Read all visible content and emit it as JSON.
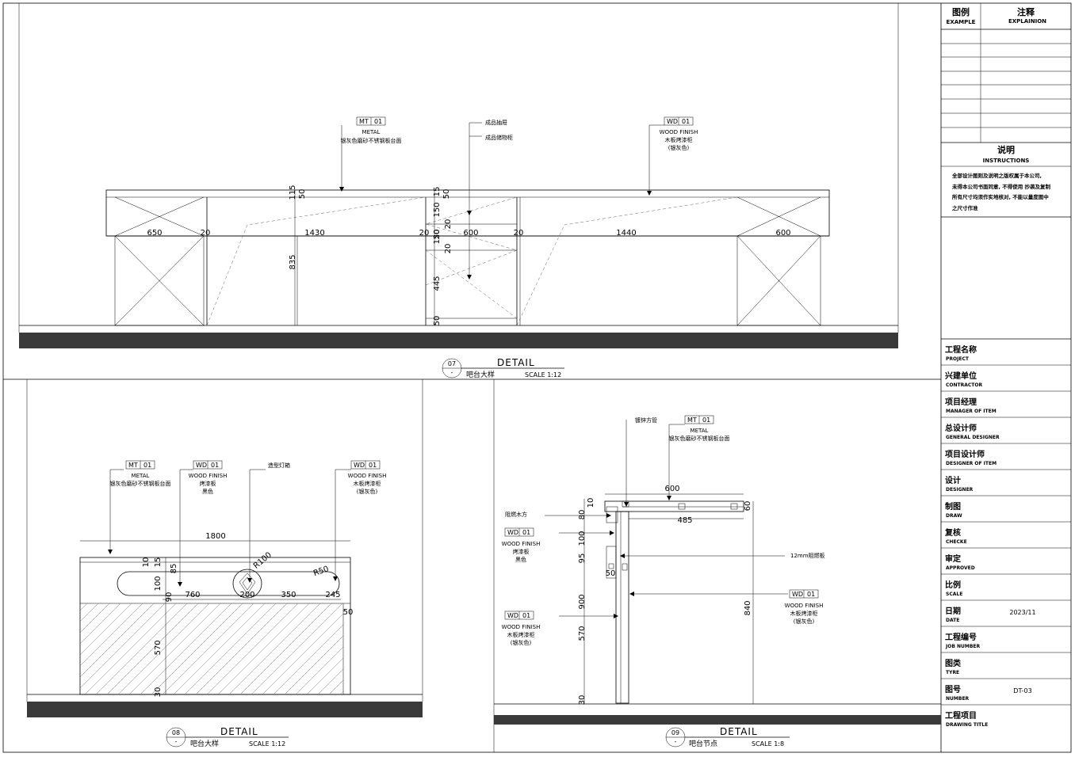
{
  "title_block": {
    "example_cn": "图例",
    "example_en": "EXAMPLE",
    "explain_cn": "注释",
    "explain_en": "EXPLAINION",
    "instructions_cn": "说明",
    "instructions_en": "INSTRUCTIONS",
    "instructions_text": [
      "全部设计图则及说明之版权属于本公司,",
      "未得本公司书面同意, 不得使用 抄袭及复制",
      "所有尺寸均须作实地核对, 不能以量度图中",
      "之尺寸作准"
    ],
    "rows": [
      {
        "cn": "工程名称",
        "en": "PROJECT",
        "value": ""
      },
      {
        "cn": "兴建单位",
        "en": "CONTRACTOR",
        "value": ""
      },
      {
        "cn": "项目经理",
        "en": "MANAGER OF ITEM",
        "value": ""
      },
      {
        "cn": "总设计师",
        "en": "GENERAL DESIGNER",
        "value": ""
      },
      {
        "cn": "项目设计师",
        "en": "DESIGNER OF ITEM",
        "value": ""
      },
      {
        "cn": "设计",
        "en": "DESIGNER",
        "value": ""
      },
      {
        "cn": "制图",
        "en": "DRAW",
        "value": ""
      },
      {
        "cn": "复核",
        "en": "CHECKE",
        "value": ""
      },
      {
        "cn": "审定",
        "en": "APPROVED",
        "value": ""
      },
      {
        "cn": "比例",
        "en": "SCALE",
        "value": ""
      },
      {
        "cn": "日期",
        "en": "DATE",
        "value": "2023/11"
      },
      {
        "cn": "工程编号",
        "en": "JOB NUMBER",
        "value": ""
      },
      {
        "cn": "图类",
        "en": "TYRE",
        "value": ""
      },
      {
        "cn": "图号",
        "en": "NUMBER",
        "value": "DT-03"
      },
      {
        "cn": "工程项目",
        "en": "DRAWING TITLE",
        "value": ""
      }
    ]
  },
  "detail07": {
    "num": "07",
    "sub": "-",
    "title": "DETAIL",
    "name": "吧台大样",
    "scale": "SCALE 1:12",
    "tag_mt": {
      "code": "MT",
      "num": "01",
      "line1": "METAL",
      "line2": "银灰色磨砂不锈钢板台面"
    },
    "label_drawer": "成品抽屉",
    "label_cabinet": "成品储物柜",
    "tag_wd": {
      "code": "WD",
      "num": "01",
      "line1": "WOOD FINISH",
      "line2": "木板烤漆柜",
      "line3": "(银灰色)"
    },
    "dims_h": [
      "650",
      "20",
      "1430",
      "20",
      "600",
      "20",
      "1440",
      "600"
    ],
    "dims_v": [
      "115",
      "50",
      "835",
      "15",
      "50",
      "150",
      "20",
      "20",
      "150",
      "20",
      "445",
      "50"
    ]
  },
  "detail08": {
    "num": "08",
    "sub": "-",
    "title": "DETAIL",
    "name": "吧台大样",
    "scale": "SCALE 1:12",
    "tag_mt": {
      "code": "MT",
      "num": "01",
      "line1": "METAL",
      "line2": "银灰色磨砂不锈钢板台面"
    },
    "tag_wd_black": {
      "code": "WD",
      "num": "01",
      "line1": "WOOD FINISH",
      "line2": "烤漆板",
      "line3": "黑色"
    },
    "label_light": "造型灯箱",
    "tag_wd_grey": {
      "code": "WD",
      "num": "01",
      "line1": "WOOD FINISH",
      "line2": "木板烤漆柜",
      "line3": "(银灰色)"
    },
    "dims": [
      "1800",
      "10",
      "15",
      "85",
      "100",
      "90",
      "760",
      "200",
      "350",
      "245",
      "R100",
      "R50",
      "50",
      "570",
      "30"
    ]
  },
  "detail09": {
    "num": "09",
    "sub": "-",
    "title": "DETAIL",
    "name": "吧台节点",
    "scale": "SCALE 1:8",
    "label_pipe": "镀锌方管",
    "tag_mt": {
      "code": "MT",
      "num": "01",
      "line1": "METAL",
      "line2": "银灰色磨砂不锈钢板台面"
    },
    "label_wood": "阻燃木方",
    "tag_wd_black": {
      "code": "WD",
      "num": "01",
      "line1": "WOOD FINISH",
      "line2": "烤漆板",
      "line3": "黑色"
    },
    "label_board": "12mm阻燃板",
    "tag_wd_left": {
      "code": "WD",
      "num": "01",
      "line1": "WOOD FINISH",
      "line2": "木板烤漆柜",
      "line3": "(银灰色)"
    },
    "tag_wd_right": {
      "code": "WD",
      "num": "01",
      "line1": "WOOD FINISH",
      "line2": "木板烤漆柜",
      "line3": "(银灰色)"
    },
    "dims": [
      "600",
      "485",
      "60",
      "10",
      "80",
      "100",
      "95",
      "50",
      "900",
      "570",
      "30",
      "840"
    ]
  }
}
